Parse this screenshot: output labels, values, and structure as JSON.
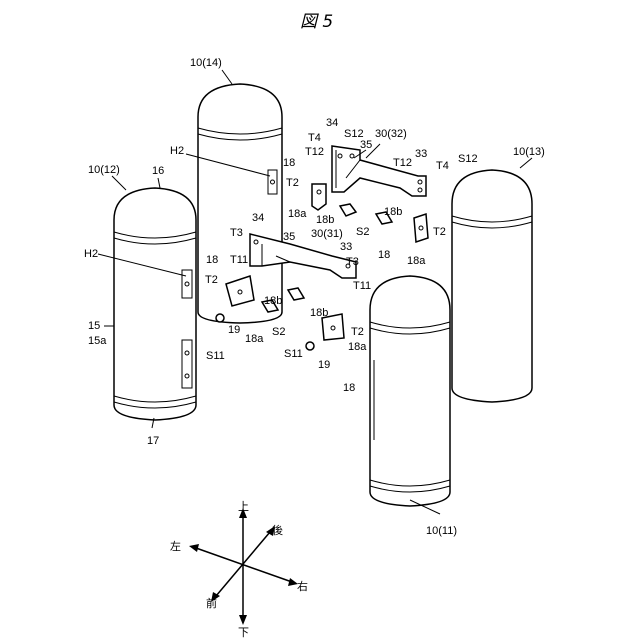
{
  "figure": {
    "title": "図 5"
  },
  "labels": {
    "tank_14": "10(14)",
    "tank_12": "10(12)",
    "tank_13": "10(13)",
    "tank_11": "10(11)",
    "n16": "16",
    "n17": "17",
    "n15": "15",
    "n15a": "15a",
    "h2_upper": "H2",
    "h2_lower": "H2",
    "n34_top": "34",
    "n34_mid": "34",
    "n35_top": "35",
    "n35_mid": "35",
    "s12_left": "S12",
    "s12_right": "S12",
    "t4_left": "T4",
    "t4_right": "T4",
    "n30_32": "30(32)",
    "n30_31": "30(31)",
    "t12_left": "T12",
    "t12_right": "T12",
    "n33_top": "33",
    "n33_mid": "33",
    "n18_a": "18",
    "n18_b": "18",
    "n18_c": "18",
    "n18_d": "18",
    "t2_a": "T2",
    "t2_b": "T2",
    "t2_c": "T2",
    "t2_d": "T2",
    "n18a_a": "18a",
    "n18a_b": "18a",
    "n18a_c": "18a",
    "n18a_d": "18a",
    "n18b_a": "18b",
    "n18b_b": "18b",
    "n18b_c": "18b",
    "n18b_d": "18b",
    "s2_a": "S2",
    "s2_b": "S2",
    "t3_left": "T3",
    "t3_right": "T3",
    "t11_left": "T11",
    "t11_right": "T11",
    "n19_a": "19",
    "n19_b": "19",
    "s11_a": "S11",
    "s11_b": "S11"
  },
  "directions": {
    "up": "上",
    "down": "下",
    "left": "左",
    "right": "右",
    "front": "前",
    "back": "後"
  }
}
